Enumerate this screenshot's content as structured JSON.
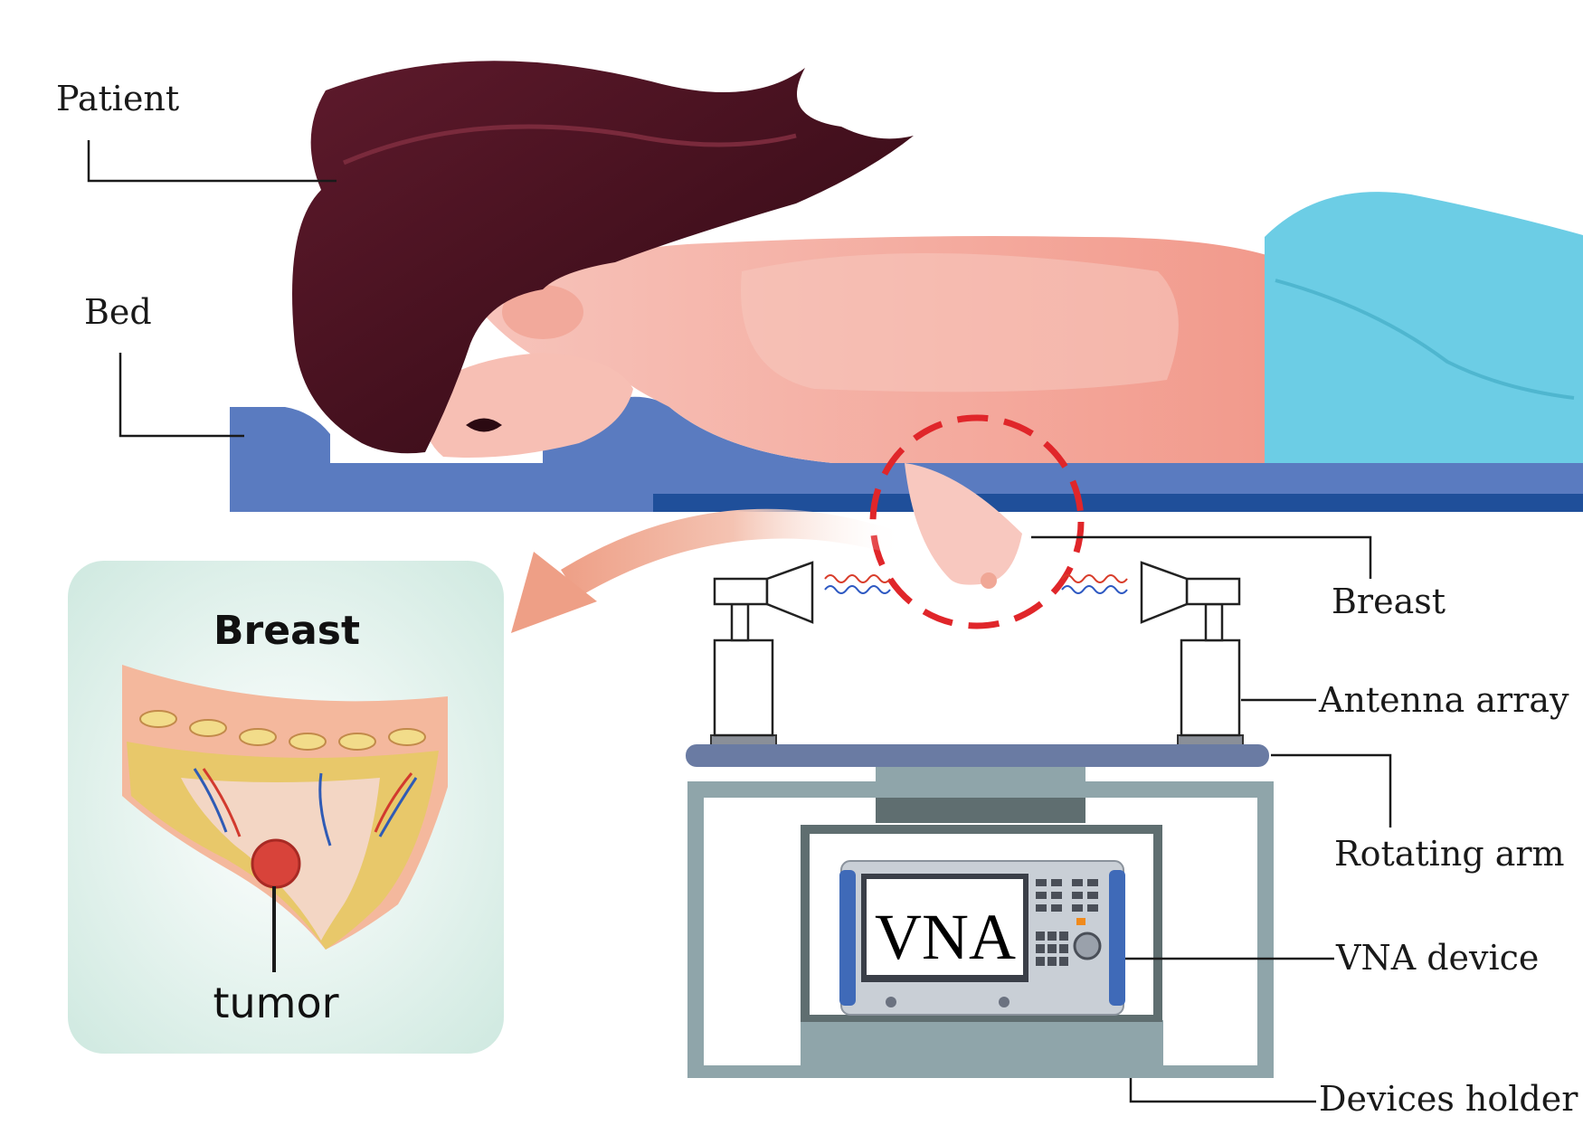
{
  "labels": {
    "patient": "Patient",
    "bed": "Bed",
    "breast": "Breast",
    "antenna_array": "Antenna array",
    "rotating_arm": "Rotating arm",
    "vna_device": "VNA device",
    "devices_holder": "Devices holder"
  },
  "inset": {
    "title": "Breast",
    "tumor_label": "tumor"
  },
  "vna_screen_text": "VNA",
  "colors": {
    "hair": "#4a1220",
    "skin": "#f4b3a8",
    "bed": "#5a7bc0",
    "bed_dark": "#1f4f9a",
    "towel": "#6ccde5",
    "focus_circle": "#e0262a",
    "arrow": "#f0b09a",
    "arm": "#6a7ba3",
    "holder": "#8fa5aa",
    "holder_dark": "#5f6e70",
    "inset_bg": "#e4f3ee"
  }
}
